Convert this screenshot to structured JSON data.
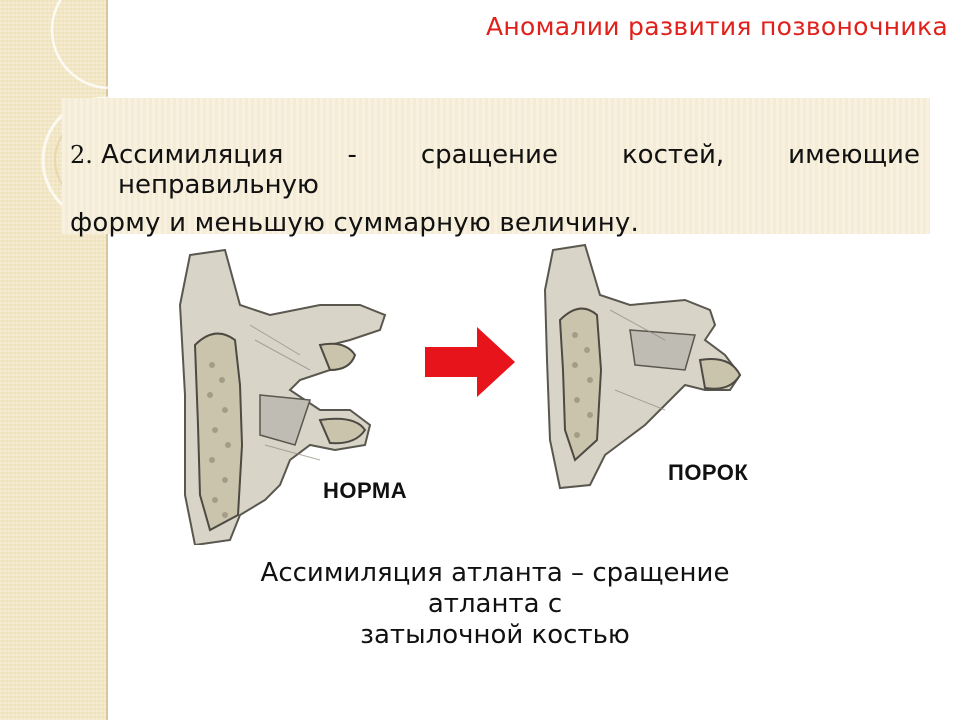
{
  "slide": {
    "title": "Аномалии развития позвоночника",
    "definition": {
      "number": "2.",
      "term": "Ассимиляция",
      "dash": "-",
      "words": [
        "сращение",
        "костей,",
        "имеющие"
      ],
      "line2": "неправильную",
      "line3": "форму и меньшую суммарную величину."
    },
    "figure": {
      "normal_label": "НОРМА",
      "defect_label": "ПОРОК",
      "arrow_color": "#e8141b"
    },
    "caption": {
      "line1": "Ассимиляция атланта – сращение",
      "line2": "атланта с",
      "line3": "затылочной костью"
    }
  },
  "colors": {
    "title": "#e0211b",
    "sidebar": "#efe3bd",
    "text_band": "#f5ecd6"
  }
}
